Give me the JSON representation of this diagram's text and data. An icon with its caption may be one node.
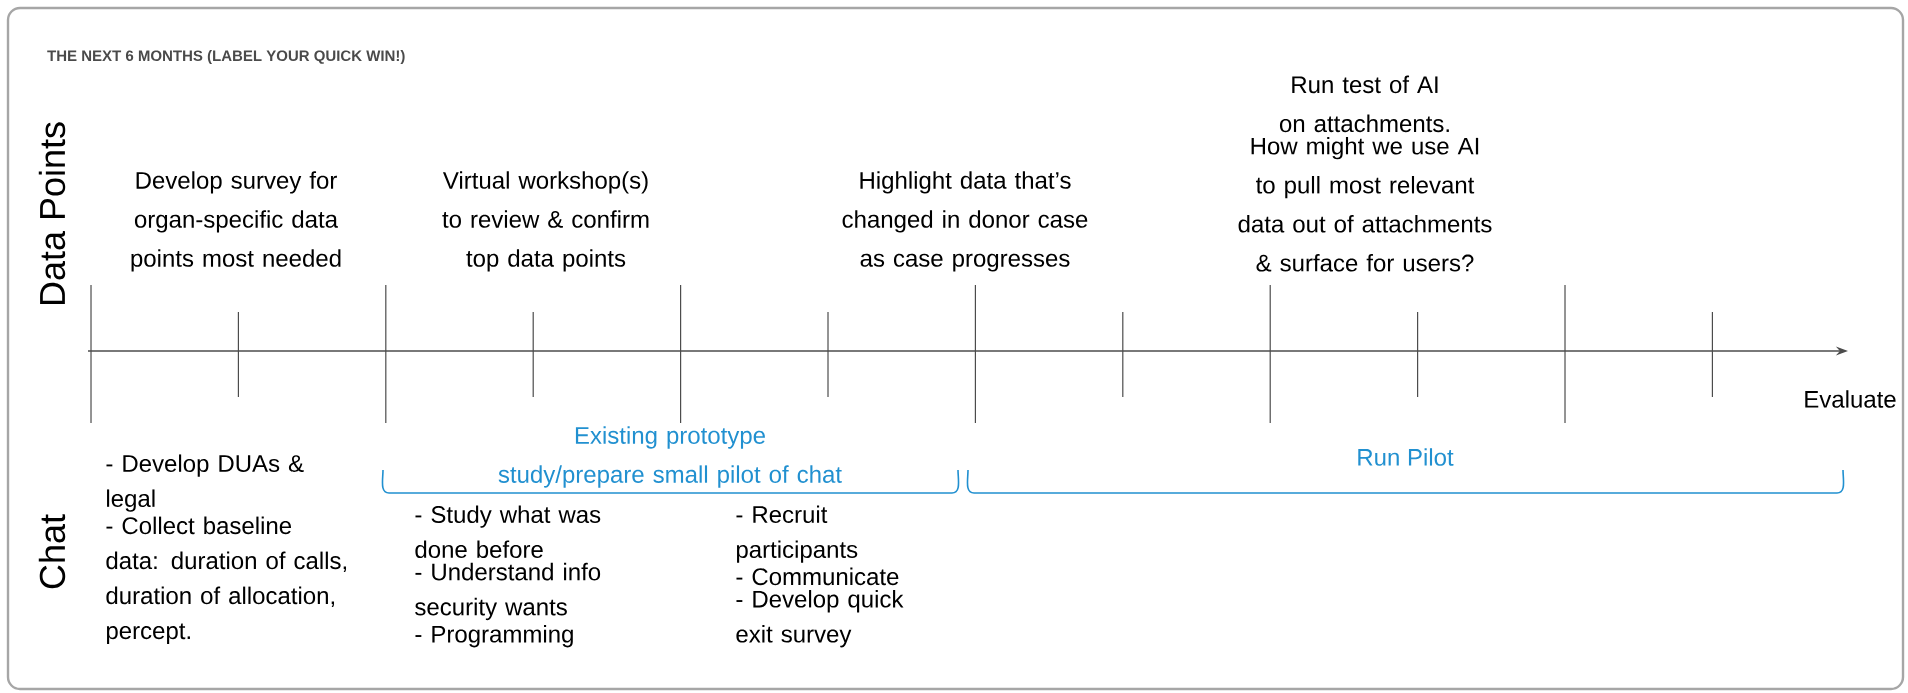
{
  "diagram": {
    "title": "THE NEXT 6 MONTHS (LABEL YOUR QUICK WIN!)",
    "labels": [
      "Data Points",
      "Develop survey for organ-specific data points most needed",
      "Virtual workshop(s) to review & confirm top data points",
      "Highlight data that’s changed in donor case as case progresses",
      "Run test of AI on attachments.",
      "How might we use AI to pull most relevant data out of attachments & surface for users?",
      "Evaluate",
      "Existing prototype study/prepare small pilot of chat",
      "Run Pilot",
      "Chat",
      "- Develop DUAs & legal",
      "- Collect baseline data: duration of calls, duration of allocation, percept.",
      "- Study what was done before",
      "- Understand info security wants",
      "- Programming",
      "- Recruit participants",
      "- Communicate",
      "- Develop quick exit survey"
    ]
  }
}
